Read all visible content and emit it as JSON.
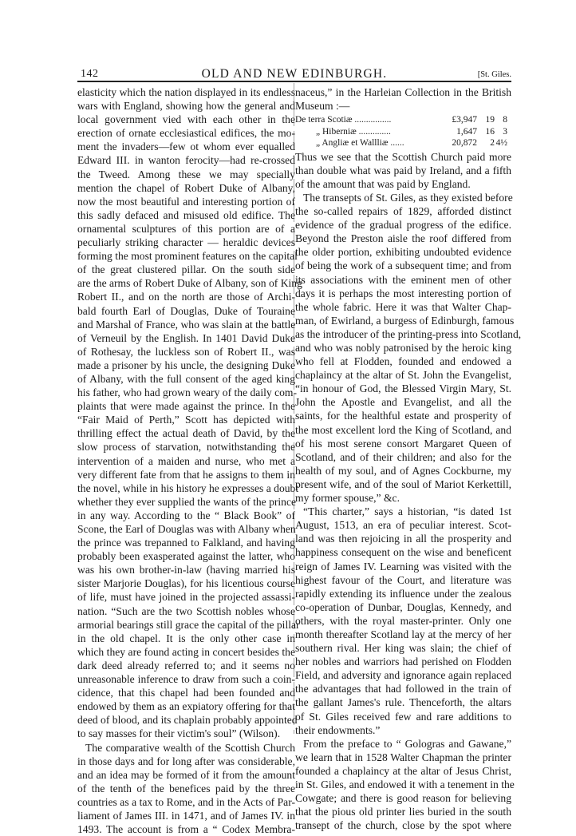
{
  "header": {
    "page_number": "142",
    "running_title": "OLD AND NEW EDINBURGH.",
    "section_label": "[St. Giles."
  },
  "left_column": {
    "lines": [
      "elasticity which the nation displayed in its endless",
      "wars with England, showing how the general and",
      "local government vied with each other in the",
      "erection of ornate ecclesiastical edifices, the mo-",
      "ment the invaders—few ot whom ever equalled",
      "Edward III. in wanton ferocity—had re-crossed",
      "the Tweed. Among these we may specially",
      "mention the chapel of Robert Duke of Albany,",
      "now the most beautiful and interesting portion of",
      "this sadly defaced and misused old edifice. The",
      "ornamental sculptures of this portion are of a",
      "peculiarly striking character — heraldic devices",
      "forming the most prominent features on the capital",
      "of the great clustered pillar. On the south side",
      "are the arms of Robert Duke of Albany, son of King",
      "Robert II., and on the north are those of Archi-",
      "bald fourth Earl of Douglas, Duke of Touraine",
      "and Marshal of France, who was slain at the battle",
      "of Verneuil by the English. In 1401 David Duke",
      "of Rothesay, the luckless son of Robert II., was",
      "made a prisoner by his uncle, the designing Duke",
      "of Albany, with the full consent of the aged king",
      "his father, who had grown weary of the daily com-",
      "plaints that were made against the prince. In the",
      "“Fair Maid of Perth,” Scott has depicted with",
      "thrilling effect the actual death of David, by the",
      "slow process of starvation, notwithstanding the",
      "intervention of a maiden and nurse, who met a",
      "very different fate from that he assigns to them in",
      "the novel, while in his history he expresses a doubt",
      "whether they ever supplied the wants of the prince",
      "in any way. According to the “ Black Book” of",
      "Scone, the Earl of Douglas was with Albany when",
      "the prince was trepanned to Falkland, and having",
      "probably been exasperated against the latter, who",
      "was his own brother-in-law (having married his",
      "sister Marjorie Douglas), for his licentious course",
      "of life, must have joined in the projected assassi-",
      "nation. “Such are the two Scottish nobles whose",
      "armorial bearings still grace the capital of the pillar",
      "in the old chapel. It is the only other case in",
      "which they are found acting in concert besides the",
      "dark deed already referred to; and it seems no",
      "unreasonable inference to draw from such a coin-",
      "cidence, that this chapel had been founded and",
      "endowed by them as an expiatory offering for that",
      "deed of blood, and its chaplain probably appointed",
      "to say masses for their victim's soul” (Wilson).",
      "The comparative wealth of the Scottish Church",
      "in those days and for long after was considerable,",
      "and an idea may be formed of it from the amount",
      "of the tenth of the benefices paid by the three",
      "countries as a tax to Rome, and in the Acts of Par-",
      "liament of James III. in 1471, and of James IV. in",
      "1493. The account is from a “ Codex Membra-"
    ]
  },
  "right_column": {
    "lines_before_table": [
      "naceus,” in the Harleian Collection in the British",
      "Museum :—"
    ],
    "table": [
      {
        "label": "De terra Scotiæ ................",
        "pounds": "£3,947",
        "shillings": "19",
        "pence": "8"
      },
      {
        "label": "„ Hiberniæ ..............",
        "pounds": "1,647",
        "shillings": "16",
        "pence": "3"
      },
      {
        "label": "„ Angliæ et Wallliæ ......",
        "pounds": "20,872",
        "shillings": "2",
        "pence": "4½"
      }
    ],
    "lines_after_table": [
      "Thus we see that the Scottish Church paid more",
      "than double what was paid by Ireland, and a fifth",
      "of the amount that was paid by England.",
      "The transepts of St. Giles, as they existed before",
      "the so-called repairs of 1829, afforded distinct",
      "evidence of the gradual progress of the edifice.",
      "Beyond the Preston aisle the roof differed from",
      "the older portion, exhibiting undoubted evidence",
      "of being the work of a subsequent time; and from",
      "its associations with the eminent men of other",
      "days it is perhaps the most interesting portion of",
      "the whole fabric. Here it was that Walter Chap-",
      "man, of Ewirland, a burgess of Edinburgh, famous",
      "as the introducer of the printing-press into Scotland,",
      "and who was nobly patronised by the heroic king",
      "who fell at Flodden, founded and endowed a",
      "chaplaincy at the altar of St. John the Evangelist,",
      "“in honour of God, the Blessed Virgin Mary, St.",
      "John the Apostle and Evangelist, and all the",
      "saints, for the healthful estate and prosperity of",
      "the most excellent lord the King of Scotland, and",
      "of his most serene consort Margaret Queen of",
      "Scotland, and of their children; and also for the",
      "health of my soul, and of Agnes Cockburne, my",
      "present wife, and of the soul of Mariot Kerkettill,",
      "my former spouse,” &c.",
      "“This charter,” says a historian, “is dated 1st",
      "August, 1513, an era of peculiar interest. Scot-",
      "land was then rejoicing in all the prosperity and",
      "happiness consequent on the wise and beneficent",
      "reign of James IV. Learning was visited with the",
      "highest favour of the Court, and literature was",
      "rapidly extending its influence under the zealous",
      "co-operation of Dunbar, Douglas, Kennedy, and",
      "others, with the royal master-printer. Only one",
      "month thereafter Scotland lay at the mercy of her",
      "southern rival. Her king was slain; the chief of",
      "her nobles and warriors had perished on Flodden",
      "Field, and adversity and ignorance again replaced",
      "the advantages that had followed in the train of",
      "the gallant James's rule. Thenceforth, the altars",
      "of St. Giles received few and rare additions to",
      "their endowments.”",
      "From the preface to “ Gologras and Gawane,”",
      "we learn that in 1528 Walter Chapman the printer",
      "founded a chaplaincy at the altar of Jesus Christ,",
      "in St. Giles, and endowed it with a tenement in the",
      "Cowgate; and there is good reason for believing",
      "that the pious old printer lies buried in the south",
      "transept of the church, close by the spot where"
    ]
  }
}
